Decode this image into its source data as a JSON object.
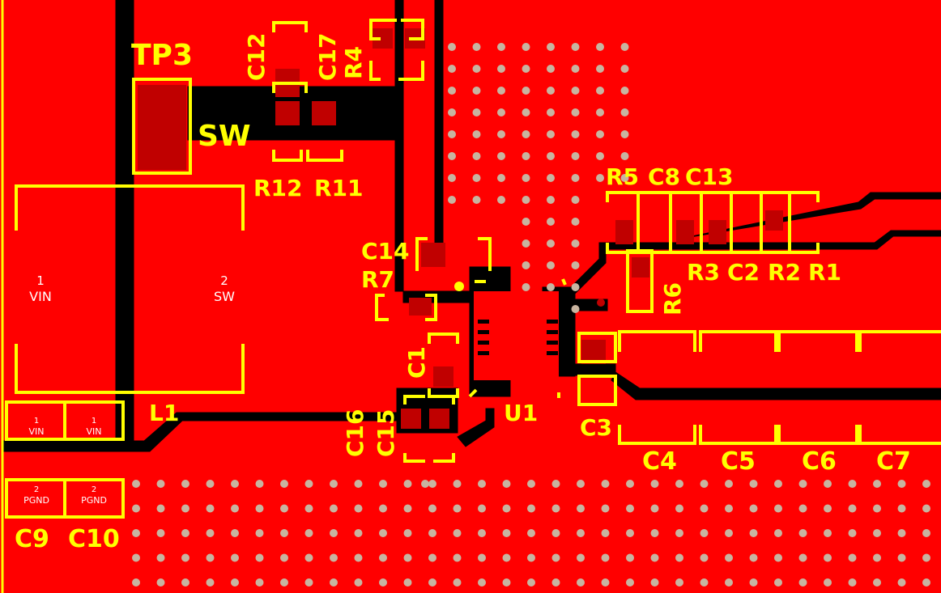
{
  "board": {
    "background": "#ff0000",
    "copper_gap": "#000000",
    "silkscreen": "#ffff00",
    "via": "#c8b4a0",
    "pad_text": "#ffffff"
  },
  "refs": {
    "tp3": "TP3",
    "sw": "SW",
    "c12": "C12",
    "c17": "C17",
    "r4": "R4",
    "r12": "R12",
    "r11": "R11",
    "c14": "C14",
    "r7": "R7",
    "c1": "C1",
    "c16": "C16",
    "c15": "C15",
    "u1": "U1",
    "c3": "C3",
    "r5": "R5",
    "c8": "C8",
    "c13": "C13",
    "r3": "R3",
    "c2": "C2",
    "r2": "R2",
    "r1": "R1",
    "r6": "R6",
    "l1": "L1",
    "c4": "C4",
    "c5": "C5",
    "c6": "C6",
    "c7": "C7",
    "c9": "C9",
    "c10": "C10"
  },
  "pads": {
    "l1_pin1_num": "1",
    "l1_pin1_net": "VIN",
    "l1_pin2_num": "2",
    "l1_pin2_net": "SW",
    "c9_pin1_num": "1",
    "c9_pin1_net": "VIN",
    "c10_pin1_num": "1",
    "c10_pin1_net": "VIN",
    "c9_pin2_num": "2",
    "c9_pin2_net": "PGND",
    "c10_pin2_num": "2",
    "c10_pin2_net": "PGND"
  }
}
